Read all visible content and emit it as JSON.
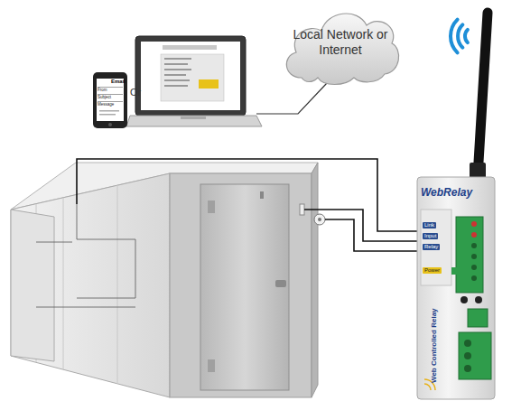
{
  "diagram": {
    "nodes": [
      {
        "text": [
          "Local Network or Internet"
        ]
      },
      {
        "text": [
          "Email",
          "From",
          "Subject",
          "Message"
        ]
      },
      {
        "text": [
          "WebRelay",
          "Link",
          "Input",
          "Relay",
          "Power",
          "Web Controlled Relay"
        ]
      }
    ],
    "labels": [
      "Or"
    ]
  }
}
